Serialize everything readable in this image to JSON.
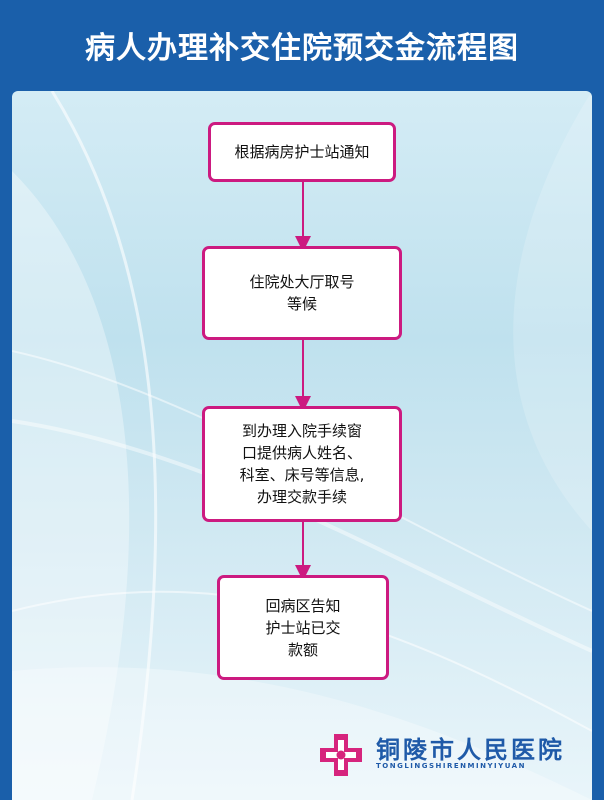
{
  "header": {
    "title": "病人办理补交住院预交金流程图"
  },
  "flow": {
    "step1": "根据病房护士站通知",
    "step2": "住院处大厅取号\n等候",
    "step3": "到办理入院手续窗\n口提供病人姓名、\n科室、床号等信息,\n办理交款手续",
    "step4": "回病区告知\n护士站已交\n款额"
  },
  "logo": {
    "name": "铜陵市人民医院",
    "pinyin": "TONGLINGSHIRENMINYIYUAN",
    "icon": "red-cross-icon"
  },
  "colors": {
    "header_bg": "#1a5faa",
    "box_border": "#cc1a80",
    "arrow": "#cc1a80",
    "logo_text": "#1f5aa8"
  }
}
